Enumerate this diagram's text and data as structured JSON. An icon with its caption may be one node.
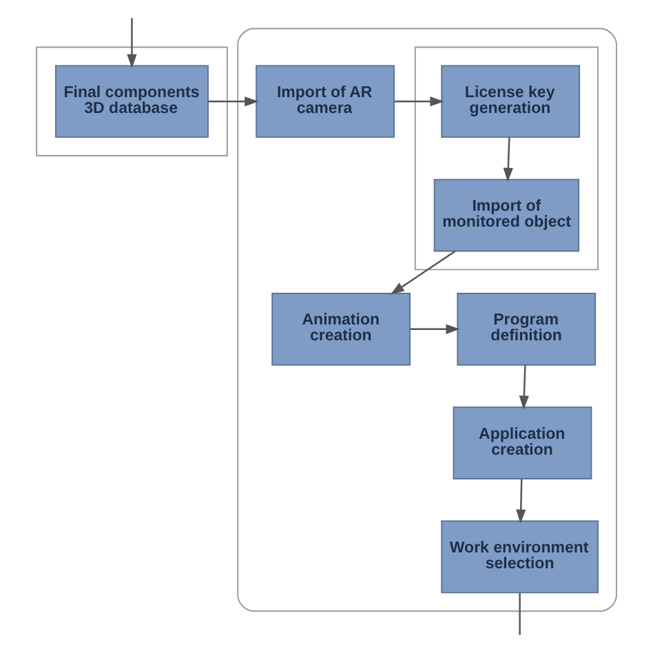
{
  "diagram": {
    "nodes": [
      {
        "text": [],
        "shape": "box"
      },
      {
        "text": [
          "Final components 3D database"
        ],
        "in": 0
      },
      {
        "text": [],
        "shape": "box"
      },
      {
        "text": [
          "Import of AR camera"
        ],
        "in": 2
      },
      {
        "text": [],
        "shape": "box",
        "in": 2
      },
      {
        "text": [
          "License key generation"
        ],
        "in": 4
      },
      {
        "text": [
          "Import of monitored object"
        ],
        "in": 4
      },
      {
        "text": [
          "Animation creation"
        ],
        "in": 2
      },
      {
        "text": [
          "Program definition"
        ],
        "in": 2
      },
      {
        "text": [
          "Application creation"
        ],
        "in": 2
      },
      {
        "text": [
          "Work environment selection"
        ],
        "in": 2
      }
    ],
    "edges": [
      {
        "from": null,
        "to": 1,
        "arrow": "to"
      },
      {
        "from": 1,
        "to": 3,
        "arrow": "to"
      },
      {
        "from": 3,
        "to": 5,
        "arrow": "to"
      },
      {
        "from": 5,
        "to": 6,
        "arrow": "to"
      },
      {
        "from": 6,
        "to": 7,
        "arrow": "to"
      },
      {
        "from": 7,
        "to": 8,
        "arrow": "to"
      },
      {
        "from": 8,
        "to": 9,
        "arrow": "to"
      },
      {
        "from": 9,
        "to": 10,
        "arrow": "to"
      },
      {
        "from": 10,
        "to": null,
        "arrow": "none"
      }
    ]
  }
}
